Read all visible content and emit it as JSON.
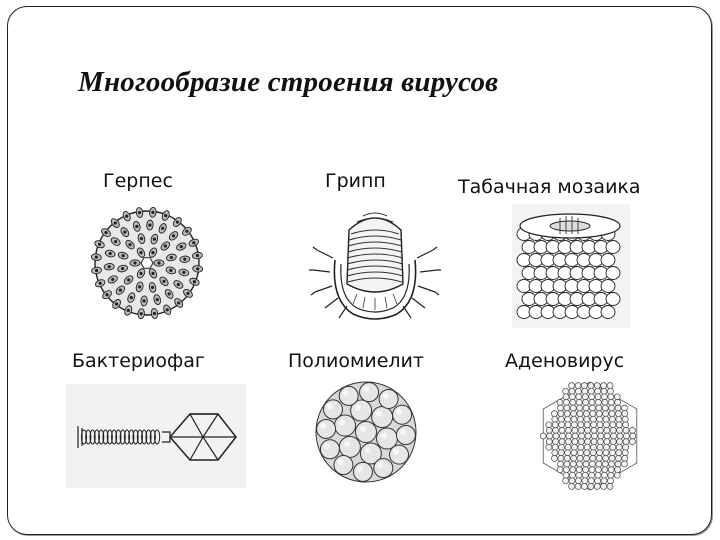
{
  "title": "Многообразие строения вирусов",
  "viruses": [
    {
      "label": "Герпес",
      "icon": "herpes-virus-illustration"
    },
    {
      "label": "Грипп",
      "icon": "influenza-virus-illustration"
    },
    {
      "label": "Табачная мозаика",
      "icon": "tobacco-mosaic-virus-illustration"
    },
    {
      "label": "Бактериофаг",
      "icon": "bacteriophage-illustration"
    },
    {
      "label": "Полиомиелит",
      "icon": "poliovirus-illustration"
    },
    {
      "label": "Аденовирус",
      "icon": "adenovirus-illustration"
    }
  ]
}
